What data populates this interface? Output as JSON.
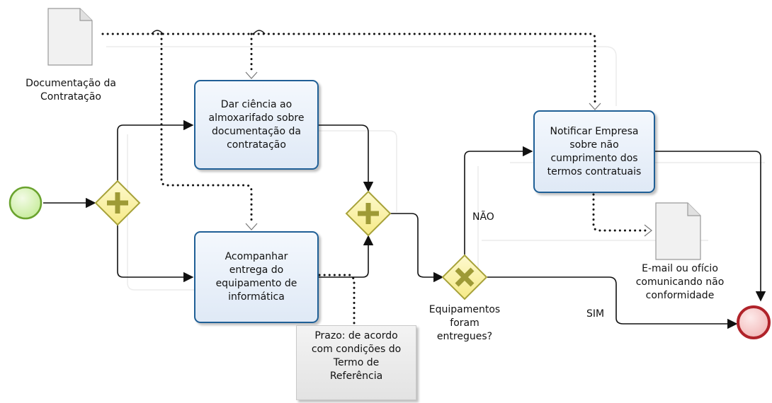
{
  "tasks": {
    "dar_ciencia": "Dar ciência ao\nalmoxarifado sobre\ndocumentação da\ncontratação",
    "acompanhar": "Acompanhar\nentrega do\nequipamento de\ninformática",
    "notificar": "Notificar Empresa\nsobre não\ncumprimento dos\ntermos contratuais"
  },
  "data_objects": {
    "documentacao": "Documentação da\nContratação",
    "email": "E-mail ou ofício\ncomunicando não\nconformidade"
  },
  "gateway_label": "Equipamentos\nforam\nentregues?",
  "flow_labels": {
    "nao": "NÃO",
    "sim": "SIM"
  },
  "annotation": "Prazo: de acordo\ncom condições do\nTermo de\nReferência",
  "colors": {
    "task_border": "#1f5f96",
    "gateway_fill": "#fbf3a8",
    "gateway_border": "#a7a23a",
    "start_fill": "#d9f2b6",
    "start_border": "#6aa32e",
    "end_fill": "#f7c7c7",
    "end_border": "#b0232a"
  }
}
